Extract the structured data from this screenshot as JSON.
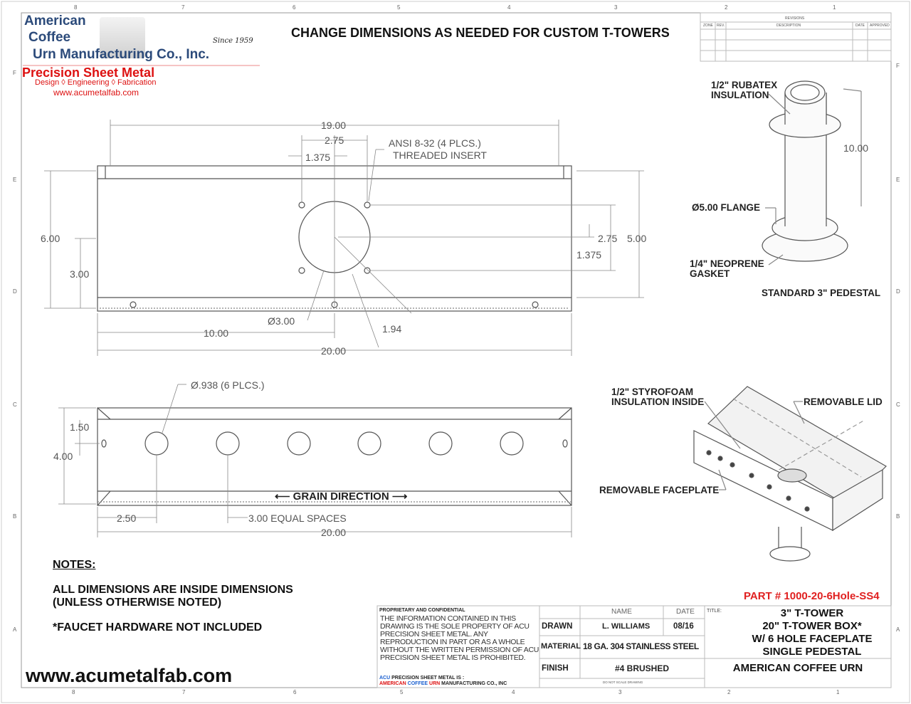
{
  "logo": {
    "line1": "American",
    "line2": "Coffee",
    "line3": "Urn Manufacturing Co., Inc.",
    "since": "Since 1959",
    "division": "Precision Sheet Metal",
    "services": "Design ◊ Engineering ◊ Fabrication",
    "url": "www.acumetalfab.com"
  },
  "header": {
    "title": "CHANGE DIMENSIONS AS NEEDED FOR CUSTOM T-TOWERS"
  },
  "zones": {
    "cols": [
      "8",
      "7",
      "6",
      "5",
      "4",
      "3",
      "2",
      "1"
    ],
    "rows": [
      "F",
      "E",
      "D",
      "C",
      "B",
      "A"
    ]
  },
  "revisions": {
    "title": "REVISIONS",
    "headers": [
      "ZONE",
      "REV.",
      "DESCRIPTION",
      "DATE",
      "APPROVED"
    ]
  },
  "top_view": {
    "overall_width": "19.00",
    "hole_offset": "2.75",
    "hole_half": "1.375",
    "insert_note_1": "ANSI 8-32 (4 PLCS.)",
    "insert_note_2": "THREADED INSERT",
    "depth": "6.00",
    "half_depth": "3.00",
    "right_275": "2.75",
    "right_500": "5.00",
    "right_1375": "1.375",
    "hole_dia": "Ø3.00",
    "diag": "1.94",
    "half_length": "10.00",
    "length": "20.00"
  },
  "front_view": {
    "hole_dia": "Ø.938 (6 PLCS.)",
    "hole_height": "1.50",
    "height": "4.00",
    "grain": "⟵ GRAIN DIRECTION ⟶",
    "first_space": "2.50",
    "spacing": "3.00 EQUAL SPACES",
    "length": "20.00"
  },
  "pedestal": {
    "insulation_1": "1/2\" RUBATEX",
    "insulation_2": "INSULATION",
    "height": "10.00",
    "flange": "Ø5.00 FLANGE",
    "gasket_1": "1/4\" NEOPRENE",
    "gasket_2": "GASKET",
    "caption": "STANDARD 3\" PEDESTAL"
  },
  "box_iso": {
    "styrofoam_1": "1/2\" STYROFOAM",
    "styrofoam_2": "INSULATION INSIDE",
    "lid": "REMOVABLE LID",
    "faceplate": "REMOVABLE FACEPLATE"
  },
  "notes": {
    "heading": "NOTES:",
    "line1": "ALL DIMENSIONS ARE INSIDE DIMENSIONS",
    "line2": "(UNLESS OTHERWISE NOTED)",
    "line3": "*FAUCET HARDWARE NOT INCLUDED"
  },
  "footer_url": "www.acumetalfab.com",
  "part_number": "PART # 1000-20-6Hole-SS4",
  "title_block": {
    "prop_heading": "PROPRIETARY AND CONFIDENTIAL",
    "prop_text": "THE INFORMATION CONTAINED IN THIS DRAWING IS THE SOLE PROPERTY OF ACU PRECISION SHEET METAL.  ANY REPRODUCTION IN PART OR AS A WHOLE WITHOUT THE WRITTEN PERMISSION OF ACU PRECISION SHEET METAL IS PROHIBITED.",
    "acu_prefix": "ACU",
    "acu_line": " PRECISION SHEET METAL IS :",
    "company_a": "AMERICAN ",
    "company_c": "COFFEE ",
    "company_u": "URN",
    "company_rest": " MANUFACTURING CO., INC",
    "name_header": "NAME",
    "date_header": "DATE",
    "drawn_label": "DRAWN",
    "drawn_name": "L. WILLIAMS",
    "drawn_date": "08/16",
    "material_label": "MATERIAL",
    "material": "18 GA. 304 STAINLESS STEEL",
    "finish_label": "FINISH",
    "finish": "#4 BRUSHED",
    "no_scale": "DO NOT SCALE DRAWING",
    "title_label": "TITLE:",
    "title_1": "3\" T-TOWER",
    "title_2": "20\" T-TOWER BOX*",
    "title_3": "W/ 6 HOLE FACEPLATE",
    "title_4": "SINGLE PEDESTAL",
    "company": "AMERICAN COFFEE URN"
  }
}
